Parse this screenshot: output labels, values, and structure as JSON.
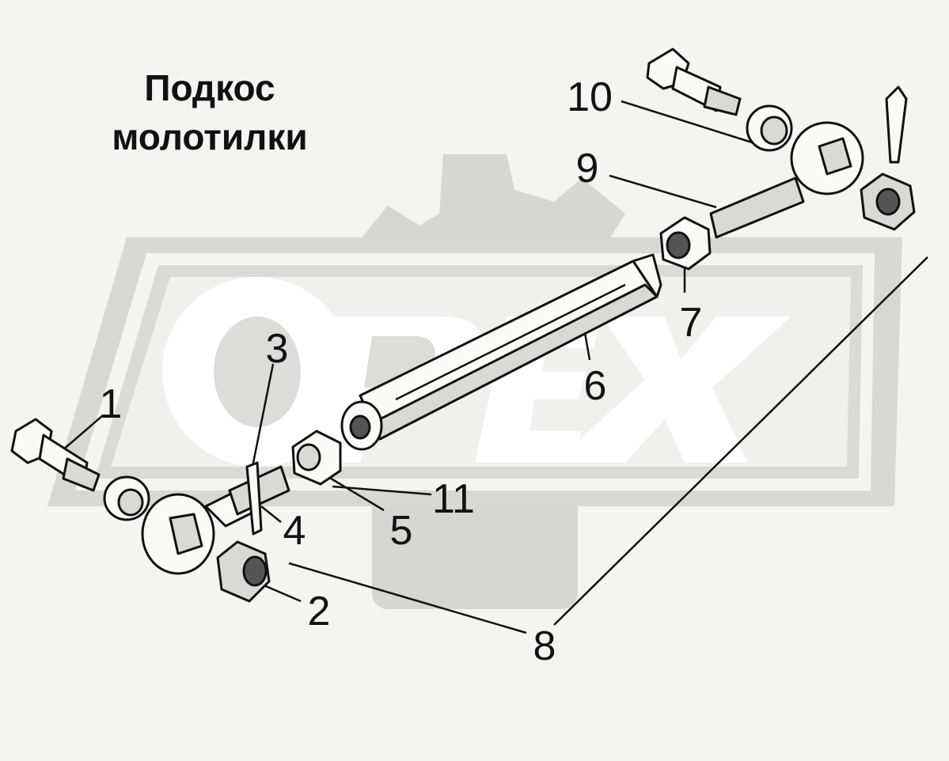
{
  "title_line1": "Подкос",
  "title_line2": "молотилки",
  "watermark": "OPEX",
  "callouts": {
    "p1": "1",
    "p2": "2",
    "p3": "3",
    "p4": "4",
    "p5": "5",
    "p6": "6",
    "p7": "7",
    "p8": "8",
    "p9": "9",
    "p10": "10",
    "p11": "11"
  }
}
